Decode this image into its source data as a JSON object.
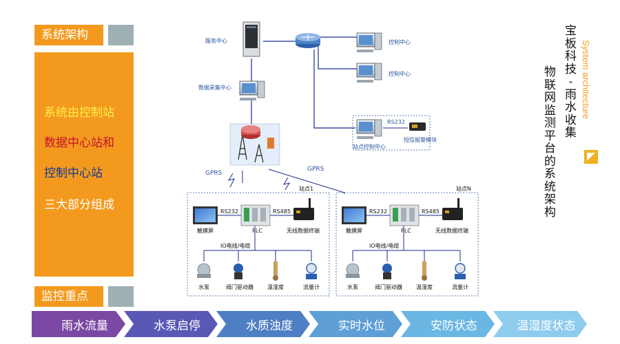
{
  "left": {
    "architecture_tag": "系统架构",
    "panel_lines": [
      "系统由控制站",
      "数据中心站和",
      "控制中心站",
      "三大部分组成"
    ],
    "monitoring_tag": "监控重点"
  },
  "right_title": {
    "line1": "宝板科技-雨水收集",
    "line2": "物联网监测平台的系统架构",
    "english": "System architecture"
  },
  "bottom_steps": [
    "雨水流量",
    "水泵启停",
    "水质浊度",
    "实时水位",
    "安防状态",
    "温湿度状态"
  ],
  "bottom_colors": [
    "#7b48a3",
    "#5a58b5",
    "#4e7fc4",
    "#5d9fd6",
    "#6ab7e3",
    "#8ecbed"
  ],
  "diagram": {
    "server_center": "服务中心",
    "control_center_1": "控制中心",
    "control_center_2": "控制中心",
    "data_collection_center": "数据采集中心",
    "rs232_top": "RS232",
    "sms_alarm_module": "短信报警模块",
    "site_control_center": "站点控制中心",
    "gprs_left": "GPRS",
    "gprs_right": "GPRS",
    "station_1": "站点1",
    "station_n": "站点N",
    "stations": [
      {
        "rs232": "RS232",
        "rs485": "RS485",
        "plc": "PLC",
        "touch_screen": "触摸屏",
        "wireless_terminal": "无线数据终端",
        "io_line": "IO电线/电缆",
        "devices": [
          "水泵",
          "阀门驱动器",
          "温湿度",
          "流量计"
        ]
      },
      {
        "rs232": "RS232",
        "rs485": "RS485",
        "plc": "PLC",
        "touch_screen": "触摸屏",
        "wireless_terminal": "无线数据终端",
        "io_line": "IO电线/电缆",
        "devices": [
          "水泵",
          "阀门驱动器",
          "温湿度",
          "流量计"
        ]
      }
    ]
  }
}
